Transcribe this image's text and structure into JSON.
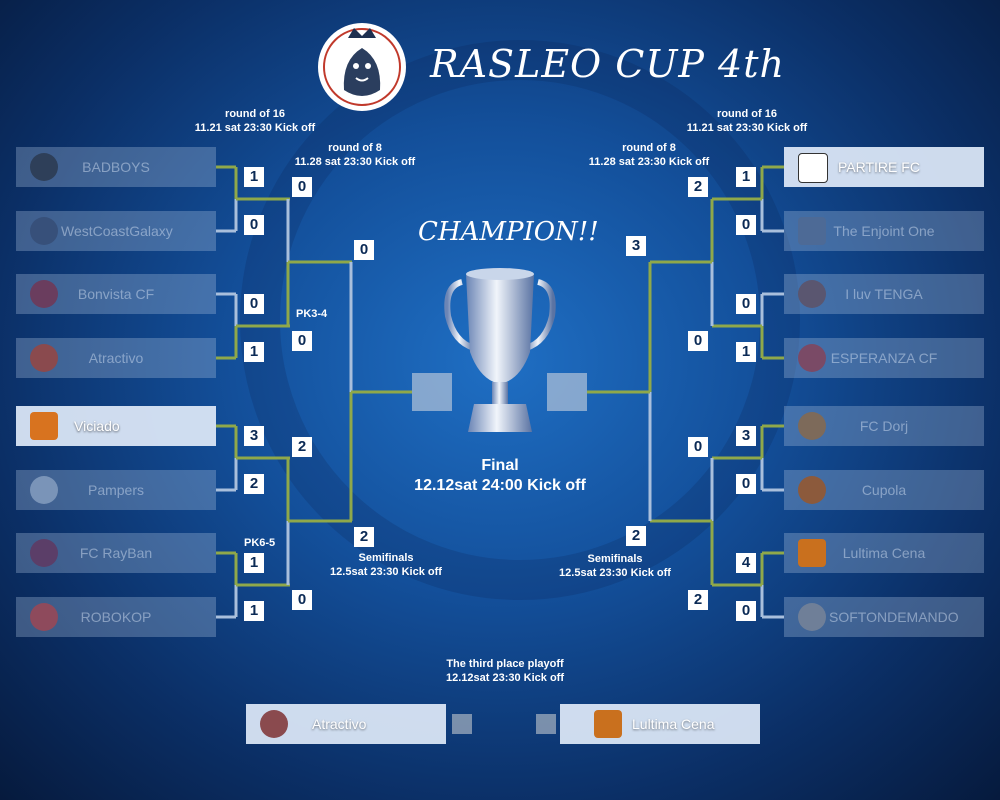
{
  "title": "RASLEO CUP 4th",
  "champion_text": "CHAMPION!!",
  "final": {
    "title": "Final",
    "kickoff": "12.12sat 24:00 Kick off"
  },
  "left": {
    "r16_label": {
      "title": "round of 16",
      "time": "11.21 sat 23:30 Kick off"
    },
    "r8_label": {
      "title": "round of 8",
      "time": "11.28 sat 23:30 Kick off"
    },
    "semi_label": {
      "title": "Semifinals",
      "time": "12.5sat 23:30 Kick off"
    },
    "teams": [
      {
        "name": "BADBOYS",
        "score": "1",
        "winner": false
      },
      {
        "name": "WestCoastGalaxy",
        "score": "0",
        "winner": false
      },
      {
        "name": "Bonvista CF",
        "score": "0",
        "winner": false
      },
      {
        "name": "Atractivo",
        "score": "1",
        "winner": false
      },
      {
        "name": "Viciado",
        "score": "3",
        "winner": true
      },
      {
        "name": "Pampers",
        "score": "2",
        "winner": false
      },
      {
        "name": "FC RayBan",
        "score": "1",
        "winner": false
      },
      {
        "name": "ROBOKOP",
        "score": "1",
        "winner": false
      }
    ],
    "r8_scores": [
      "0",
      "0",
      "2",
      "0"
    ],
    "semi_scores": [
      "0",
      "2"
    ],
    "pk": [
      "PK3-4",
      "PK6-5"
    ]
  },
  "right": {
    "r16_label": {
      "title": "round of 16",
      "time": "11.21 sat 23:30 Kick off"
    },
    "r8_label": {
      "title": "round of 8",
      "time": "11.28 sat 23:30 Kick off"
    },
    "semi_label": {
      "title": "Semifinals",
      "time": "12.5sat 23:30 Kick off"
    },
    "teams": [
      {
        "name": "PARTIRE FC",
        "score": "1",
        "winner": true
      },
      {
        "name": "The Enjoint One",
        "score": "0",
        "winner": false
      },
      {
        "name": "I luv TENGA",
        "score": "0",
        "winner": false
      },
      {
        "name": "ESPERANZA CF",
        "score": "1",
        "winner": false
      },
      {
        "name": "FC Dorj",
        "score": "3",
        "winner": false
      },
      {
        "name": "Cupola",
        "score": "0",
        "winner": false
      },
      {
        "name": "Lultima Cena",
        "score": "4",
        "winner": false
      },
      {
        "name": "SOFTONDEMANDO",
        "score": "0",
        "winner": false
      }
    ],
    "r8_scores": [
      "2",
      "0",
      "0",
      "2"
    ],
    "semi_scores": [
      "3",
      "2"
    ]
  },
  "third_place": {
    "title": "The third place playoff",
    "kickoff": "12.12sat 23:30 Kick off",
    "team_left": "Atractivo",
    "team_right": "Lultima Cena"
  },
  "colors": {
    "green_line": "#8fa84a",
    "blue_line": "#a9bfdc",
    "bright_tile": "#dee8f8",
    "dim_tile": "#afc3e1"
  }
}
